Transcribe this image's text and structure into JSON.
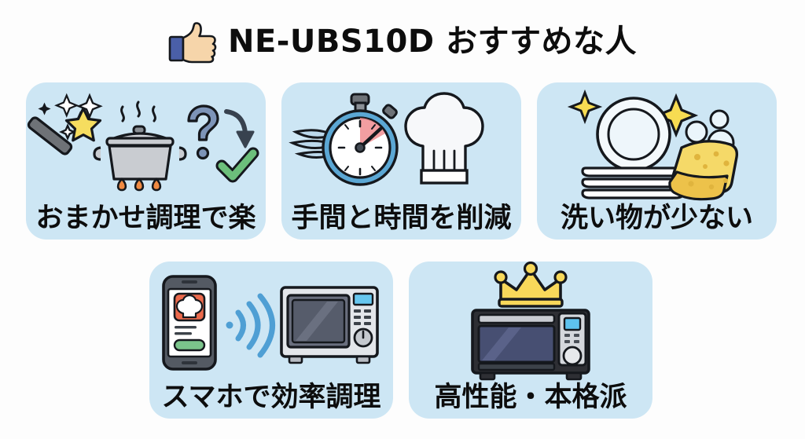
{
  "page": {
    "background_color": "#fdfdfd",
    "card_background_color": "#cde6f4",
    "text_color": "#0d0d0d"
  },
  "header": {
    "icon": "thumbs-up-icon",
    "title": "NE-UBS10D おすすめな人"
  },
  "cards": [
    {
      "id": "card-1",
      "label": "おまかせ調理で楽",
      "icons": [
        "magic-wand-icon",
        "sparkle-icon",
        "cooking-pot-icon",
        "question-mark-icon",
        "curved-arrow-icon",
        "check-mark-icon"
      ],
      "colors": {
        "wand_star": "#f6dd5f",
        "wand_handle": "#6e7277",
        "pot": "#c9ccd1",
        "flame": "#f08a42",
        "question": "#7d94b8",
        "arrow": "#3c4busy",
        "check": "#6cbf7b"
      }
    },
    {
      "id": "card-2",
      "label": "手間と時間を削減",
      "icons": [
        "winged-stopwatch-icon",
        "chef-hat-icon"
      ],
      "colors": {
        "stopwatch_rim": "#5ba7d4",
        "stopwatch_dial": "#ffffff",
        "stopwatch_sector": "#f08d90",
        "wing": "#bcd9ec",
        "chef_hat": "#f7f8fa"
      }
    },
    {
      "id": "card-3",
      "label": "洗い物が少ない",
      "icons": [
        "sparkling-dishes-icon",
        "sponge-icon",
        "bubble-icon",
        "sparkle-icon"
      ],
      "colors": {
        "plate": "#f4f9fc",
        "sparkle": "#f7dc52",
        "sponge_top": "#f5d968",
        "sponge_bottom": "#edc24a",
        "bubble": "#eaf5fb"
      }
    },
    {
      "id": "card-4",
      "label": "スマホで効率調理",
      "icons": [
        "smartphone-icon",
        "wifi-signal-icon",
        "microwave-oven-icon",
        "chef-hat-icon"
      ],
      "colors": {
        "phone_frame": "#545a63",
        "app_tile": "#ec6a4c",
        "app_button": "#7bc48b",
        "wifi": "#4f9fd4",
        "oven_body": "#e3e6ea",
        "oven_window": "#4a4b56",
        "oven_display": "#67c7ef"
      }
    },
    {
      "id": "card-5",
      "label": "高性能・本格派",
      "icons": [
        "crown-icon",
        "microwave-oven-icon"
      ],
      "colors": {
        "crown": "#f7d košt54",
        "crown_fill": "#f8d85a",
        "oven_body": "#2e2f34",
        "oven_window": "#474f72",
        "oven_panel": "#d4d7dc",
        "oven_display": "#5ec2ee"
      }
    }
  ]
}
